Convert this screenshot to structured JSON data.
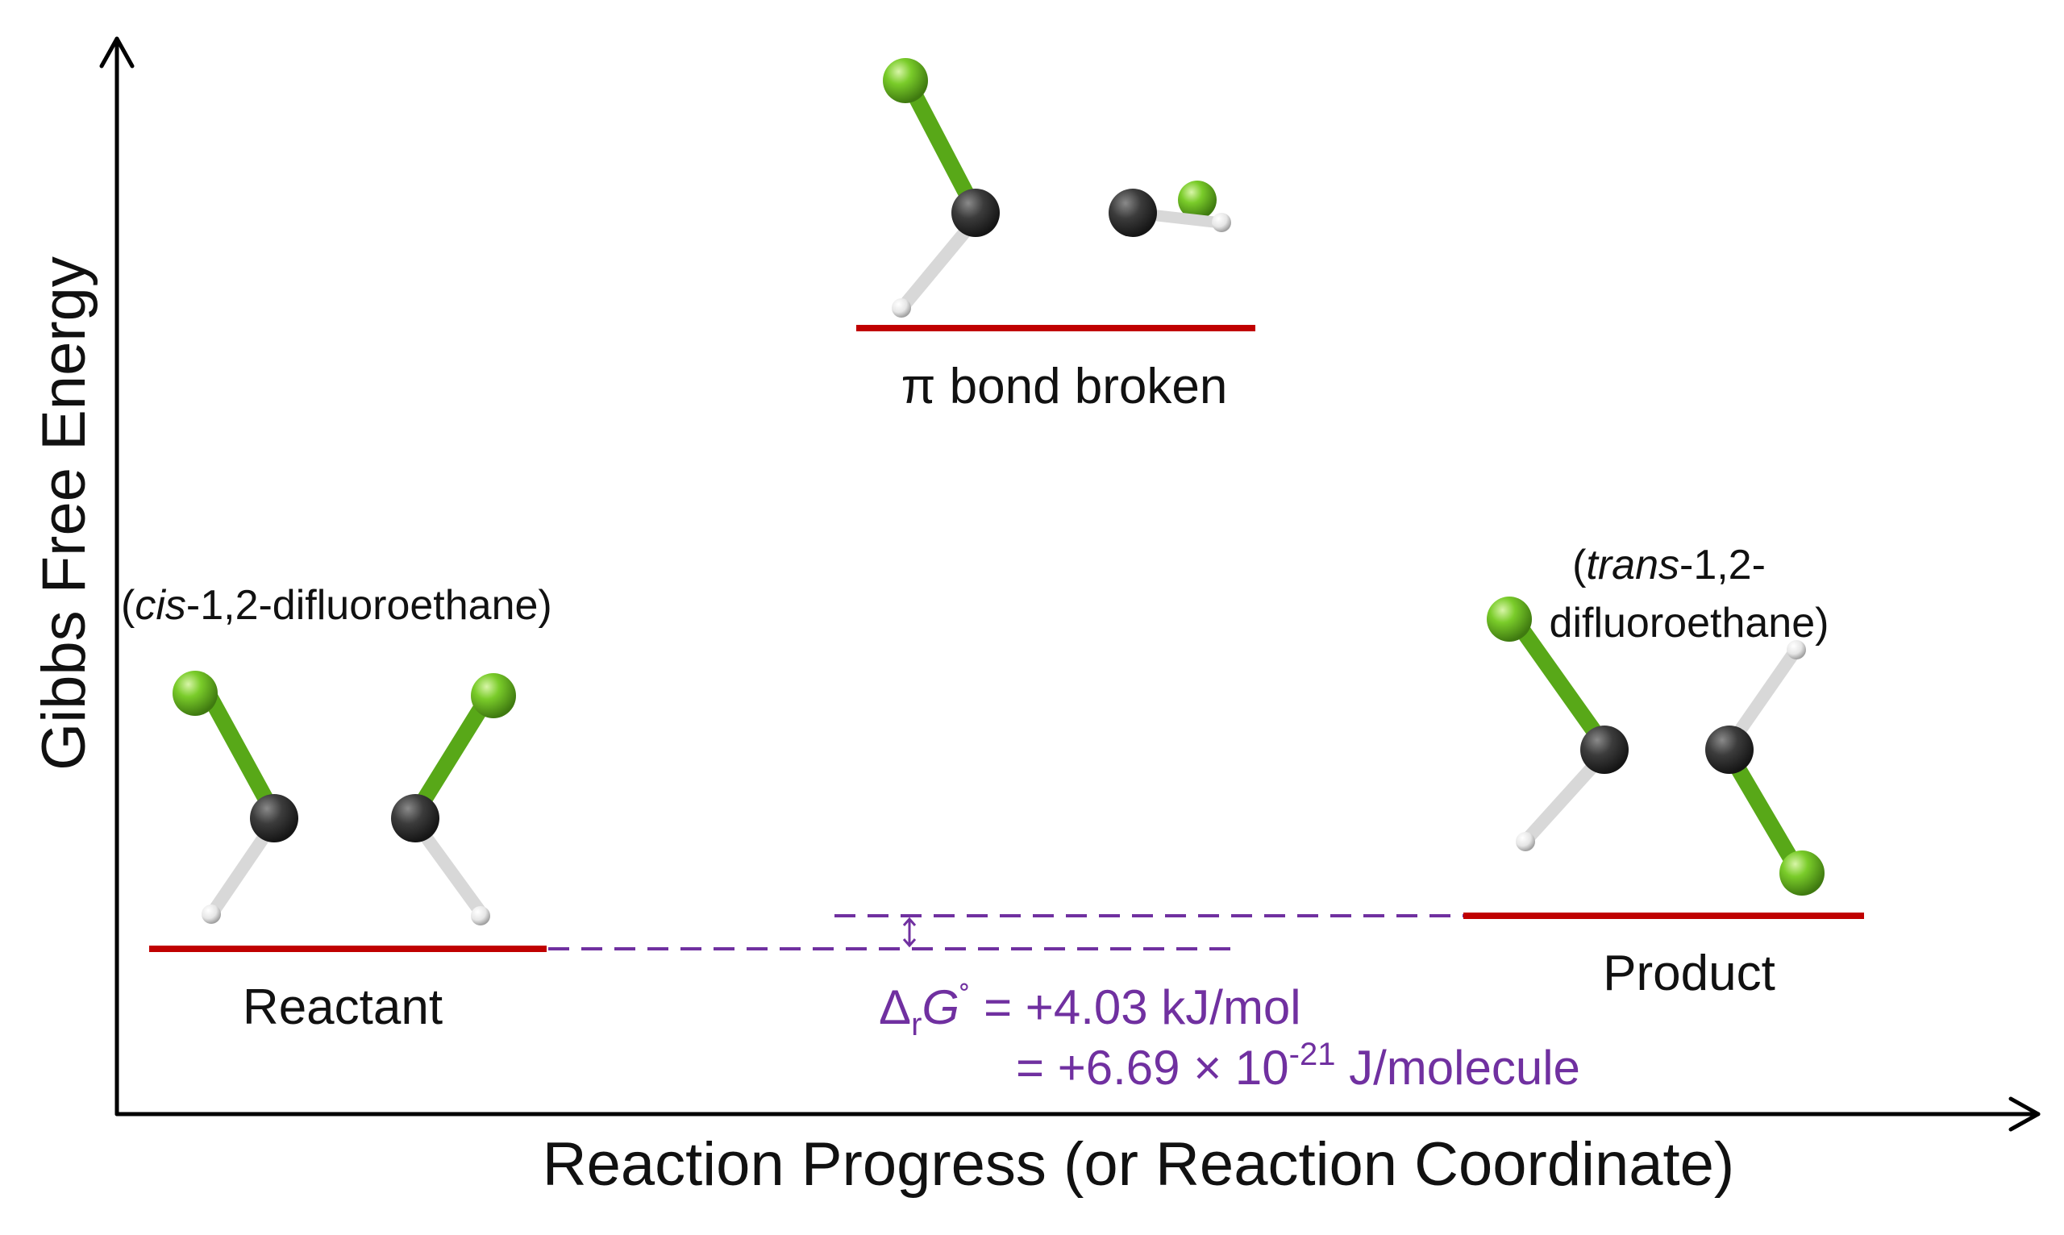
{
  "axes": {
    "y_label": "Gibbs Free Energy",
    "x_label": "Reaction Progress (or Reaction Coordinate)"
  },
  "states": {
    "reactant": {
      "name_open": "(",
      "name_italic": "cis",
      "name_rest": "-1,2-difluoroethane)",
      "label": "Reactant"
    },
    "transition": {
      "label": "π bond broken"
    },
    "product": {
      "name_line1_open": "(",
      "name_line1_italic": "trans",
      "name_line1_rest": "-1,2-",
      "name_line2": "difluoroethane)",
      "label": "Product"
    }
  },
  "delta": {
    "delta_symbol": "Δ",
    "subscript": "r",
    "G": "G",
    "degree": "˚",
    "line1_value": " = +4.03 kJ/mol",
    "line2_prefix": "= +6.69 × 10",
    "line2_exponent": "-21",
    "line2_suffix": " J/molecule"
  },
  "colors": {
    "level_line": "#c00000",
    "delta_annotation": "#7030a0",
    "carbon": "#3a3a3a",
    "fluorine": "#7acc2a",
    "hydrogen": "#e8e8e8"
  }
}
